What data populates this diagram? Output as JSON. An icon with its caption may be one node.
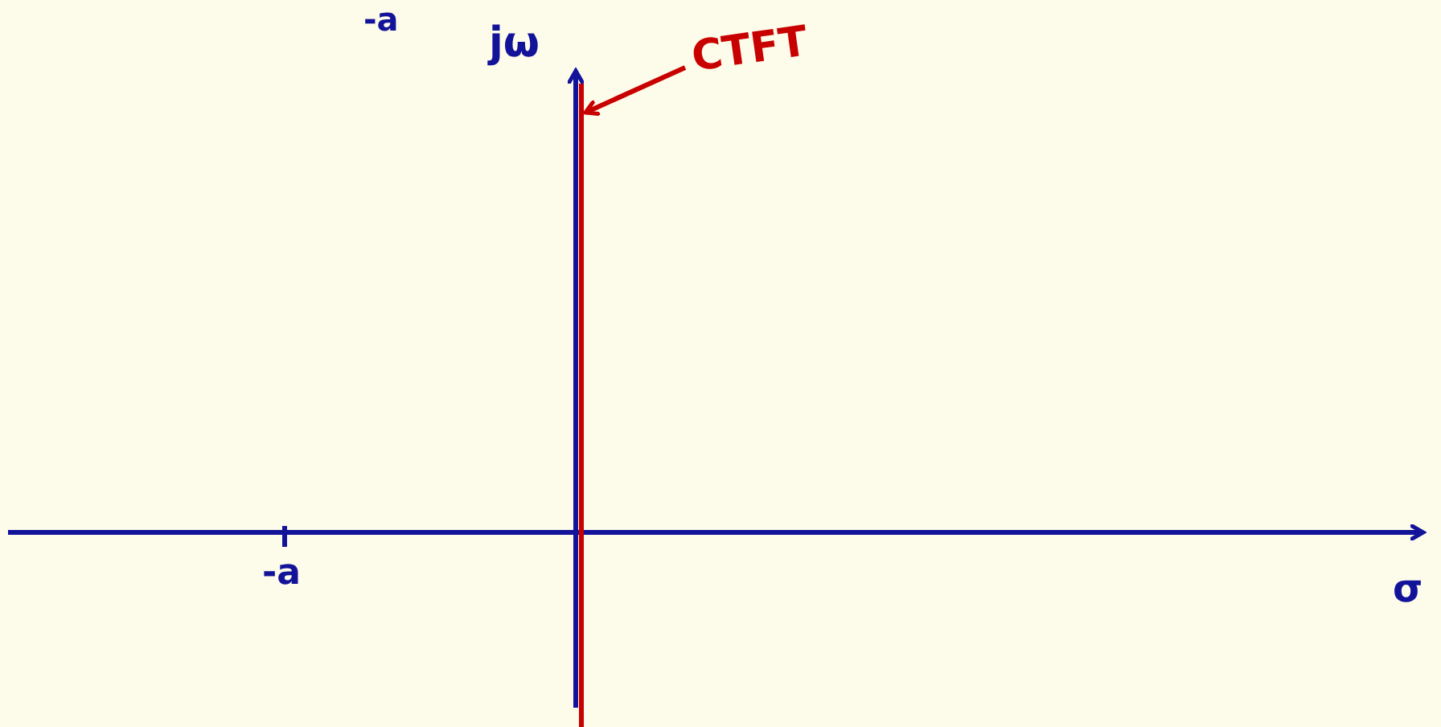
{
  "diagram": {
    "nodes": [
      {
        "text": [
          "CTFT"
        ]
      },
      {
        "text": [],
        "shape": "bar"
      }
    ],
    "edges": [
      {
        "from": 0,
        "to": 1,
        "arrow": "to"
      }
    ],
    "labels": [
      "-a",
      "jω",
      "-a",
      "σ"
    ]
  }
}
